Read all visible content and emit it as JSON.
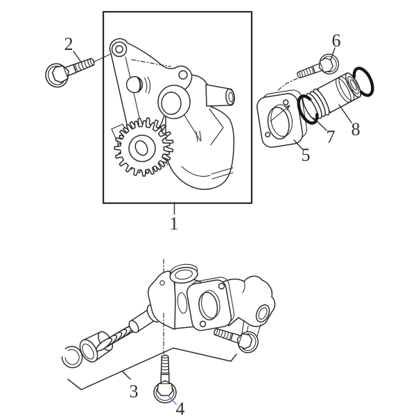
{
  "diagram": {
    "background": "#ffffff",
    "line_color": "#2a2a2a",
    "highlight_leader_color": "#7b7bdb",
    "labels": [
      {
        "text": "1"
      },
      {
        "text": "2"
      },
      {
        "text": "3"
      },
      {
        "text": "4"
      },
      {
        "text": "5"
      },
      {
        "text": "6"
      },
      {
        "text": "7"
      },
      {
        "text": "8"
      }
    ]
  }
}
